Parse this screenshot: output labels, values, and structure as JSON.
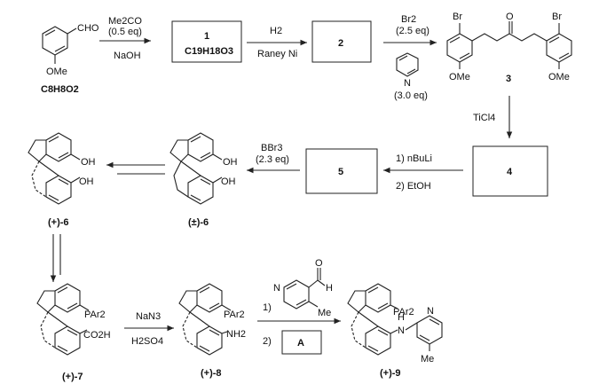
{
  "scheme": {
    "start": {
      "group_top": "CHO",
      "group_bottom": "OMe",
      "formula": "C8H8O2"
    },
    "step1": {
      "reagent_top": "Me2CO",
      "reagent_top2": "(0.5 eq)",
      "reagent_bottom": "NaOH"
    },
    "box1": {
      "label": "1",
      "formula": "C19H18O3"
    },
    "step2": {
      "reagent_top": "H2",
      "reagent_bottom": "Raney Ni"
    },
    "box2": {
      "label": "2"
    },
    "step3": {
      "reagent_top": "Br2",
      "reagent_top2": "(2.5 eq)",
      "pyridine_atom": "N",
      "reagent_bottom": "(3.0 eq)"
    },
    "cmpd3": {
      "label": "3",
      "br_left": "Br",
      "br_right": "Br",
      "ome_left": "OMe",
      "ome_right": "OMe",
      "carbonyl": "O"
    },
    "step4": {
      "reagent": "TiCl4"
    },
    "box4": {
      "label": "4"
    },
    "step5": {
      "reagent_top": "1) nBuLi",
      "reagent_bottom": "2) EtOH"
    },
    "box5": {
      "label": "5"
    },
    "step6": {
      "reagent_top": "BBr3",
      "reagent_top2": "(2.3 eq)"
    },
    "rac6": {
      "label": "(±)-6",
      "oh_top": "OH",
      "oh_bottom": "OH"
    },
    "plus6": {
      "label": "(+)-6",
      "oh_top": "OH",
      "oh_bottom": "OH"
    },
    "plus7": {
      "label": "(+)-7",
      "par2": "PAr2",
      "co2h": "CO2H"
    },
    "step8": {
      "reagent_top": "NaN3",
      "reagent_bottom": "H2SO4"
    },
    "plus8": {
      "label": "(+)-8",
      "par2": "PAr2",
      "nh2": "NH2"
    },
    "step9": {
      "step1": "1)",
      "step2": "2)",
      "boxA": "A",
      "aldehyde_o": "O",
      "aldehyde_h": "H",
      "pyridine_n": "N",
      "methyl": "Me"
    },
    "plus9": {
      "label": "(+)-9",
      "par2": "PAr2",
      "nh": "N",
      "h": "H",
      "pyridine_n": "N",
      "methyl": "Me"
    }
  }
}
